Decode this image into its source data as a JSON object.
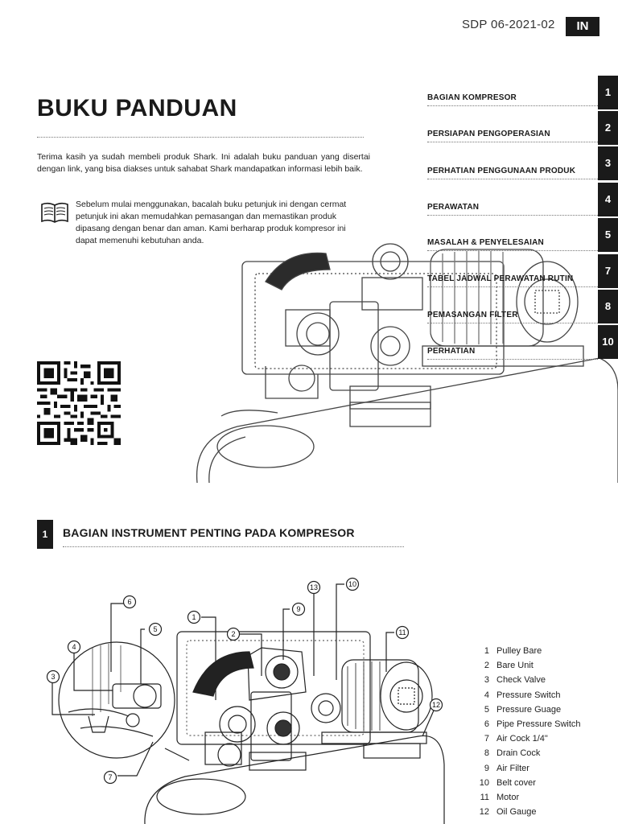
{
  "header": {
    "doc_code": "SDP 06-2021-02",
    "lang": "IN"
  },
  "title": "BUKU PANDUAN",
  "intro": "Terima kasih ya sudah membeli produk Shark. Ini adalah buku panduan yang disertai dengan link, yang bisa diakses untuk sahabat Shark mandapatkan informasi lebih baik.",
  "note": "Sebelum mulai menggunakan, bacalah buku petunjuk ini dengan cermat petunjuk ini akan memudahkan pemasangan dan memastikan produk dipasang dengan benar dan aman. Kami berharap produk kompresor ini dapat memenuhi kebutuhan anda.",
  "toc": [
    {
      "label": "BAGIAN KOMPRESOR",
      "page": "1"
    },
    {
      "label": "PERSIAPAN PENGOPERASIAN",
      "page": "2"
    },
    {
      "label": "PERHATIAN PENGGUNAAN PRODUK",
      "page": "3"
    },
    {
      "label": "PERAWATAN",
      "page": "4"
    },
    {
      "label": "MASALAH & PENYELESAIAN",
      "page": "5"
    },
    {
      "label": "TABEL JADWAL PERAWATAN RUTIN",
      "page": "7"
    },
    {
      "label": "PEMASANGAN FILTER",
      "page": "8"
    },
    {
      "label": "PERHATIAN",
      "page": "10"
    }
  ],
  "section": {
    "number": "1",
    "title": "BAGIAN INSTRUMENT PENTING PADA KOMPRESOR"
  },
  "callouts": [
    "1",
    "2",
    "3",
    "4",
    "5",
    "6",
    "7",
    "9",
    "10",
    "11",
    "12",
    "13"
  ],
  "parts": [
    {
      "num": "1",
      "name": "Pulley Bare"
    },
    {
      "num": "2",
      "name": "Bare Unit"
    },
    {
      "num": "3",
      "name": "Check Valve"
    },
    {
      "num": "4",
      "name": "Pressure Switch"
    },
    {
      "num": "5",
      "name": "Pressure Guage"
    },
    {
      "num": "6",
      "name": "Pipe Pressure Switch"
    },
    {
      "num": "7",
      "name": "Air Cock 1/4\""
    },
    {
      "num": "8",
      "name": "Drain Cock"
    },
    {
      "num": "9",
      "name": "Air Filter"
    },
    {
      "num": "10",
      "name": "Belt cover"
    },
    {
      "num": "11",
      "name": "Motor"
    },
    {
      "num": "12",
      "name": "Oil Gauge"
    }
  ]
}
